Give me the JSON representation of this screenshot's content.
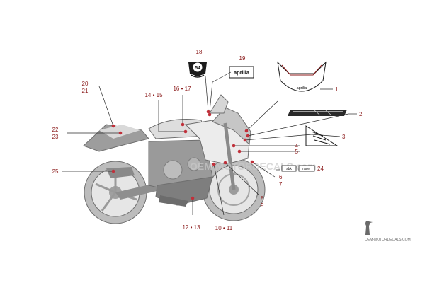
{
  "diagram": {
    "callouts": {
      "c1": "1",
      "c2": "2",
      "c3": "3",
      "c4": "4",
      "c5": "5",
      "c6": "6",
      "c7": "7",
      "c8": "8",
      "c9": "9",
      "c10_11": "10 • 11",
      "c12_13": "12 • 13",
      "c14_15": "14 • 15",
      "c16_17": "16 • 17",
      "c18": "18",
      "c19": "19",
      "c20": "20",
      "c21": "21",
      "c22": "22",
      "c23": "23",
      "c24": "24",
      "c25": "25"
    },
    "decals": {
      "badge_number": "54",
      "aprilia_logo": "aprilia",
      "fairing_logo": "aprilia",
      "sbk_label": "sbk",
      "racer_label": "racer"
    },
    "watermark": "OEM-MOTORDECALS.com",
    "brand": "OEM-MOTORDECALS.COM"
  }
}
